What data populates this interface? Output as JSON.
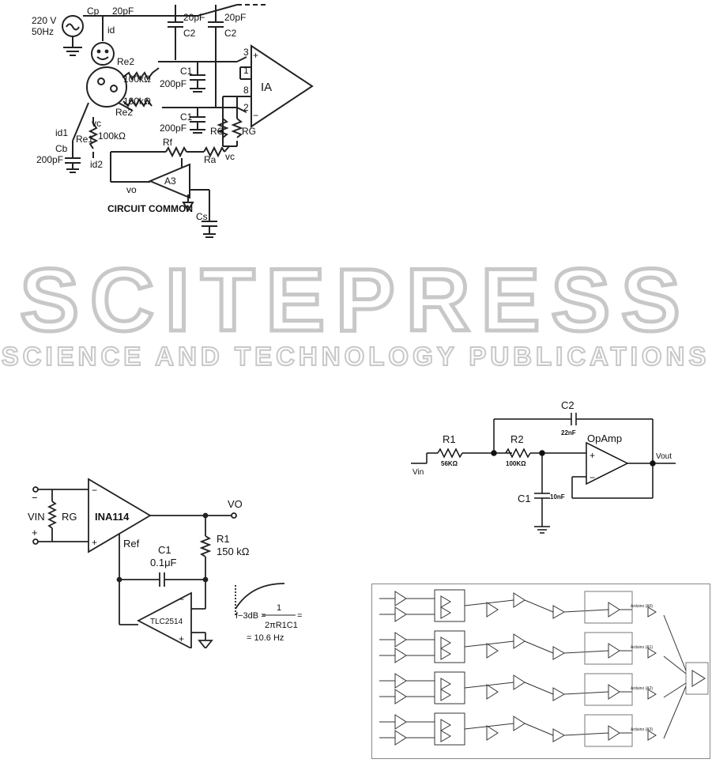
{
  "watermark": {
    "brand": "SCITEPRESS",
    "tagline": "SCIENCE AND TECHNOLOGY PUBLICATIONS",
    "color": "#c8c8c8"
  },
  "circuit_ia": {
    "source_voltage": "220 V",
    "source_freq": "50Hz",
    "cp_label": "Cp",
    "cp_value": "20pF",
    "id_label": "id",
    "c2_value_a": "20pF",
    "c2_label_a": "C2",
    "c2_value_b": "20pF",
    "c2_label_b": "C2",
    "re2_label_top": "Re2",
    "re2_label_bottom": "Re2",
    "r_top_value": "100kΩ",
    "r_mid_value": "100kΩ",
    "c1_label_top": "C1",
    "c1_value_top": "200pF",
    "c1_label_bottom": "C1",
    "c1_value_bottom": "200pF",
    "pin_3": "3",
    "pin_1": "1",
    "pin_8": "8",
    "pin_2": "2",
    "pin_plus": "+",
    "pin_minus": "−",
    "ia_label": "IA",
    "vc_label": "vc",
    "re1_label": "Re1",
    "re1_value": "100kΩ",
    "id1_label": "id1",
    "cb_label": "Cb",
    "cb_value": "200pF",
    "id2_label": "id2",
    "rf_label": "Rf",
    "ra_label": "Ra",
    "vc2_label": "vc",
    "rg_label_a": "RG",
    "rg_label_b": "RG",
    "vo_label": "vo",
    "a3_label": "A3",
    "common_label": "CIRCUIT   COMMON",
    "cs_label": "Cs"
  },
  "circuit_filter": {
    "c2_label": "C2",
    "c2_value": "22nF",
    "r1_label": "R1",
    "r1_value": "56KΩ",
    "r2_label": "R2",
    "r2_value": "100KΩ",
    "opamp_label": "OpAmp",
    "plus": "+",
    "minus": "−",
    "vout_label": "Vout",
    "vin_label": "Vin",
    "c1_label": "C1",
    "c1_value": "10nF"
  },
  "circuit_ina": {
    "vin_minus": "−",
    "vin_label": "VIN",
    "vin_plus": "+",
    "rg_label": "RG",
    "ina_label": "INA114",
    "minus": "−",
    "plus": "+",
    "ref_label": "Ref",
    "c1_label": "C1",
    "c1_value": "0.1μF",
    "r1_label": "R1",
    "r1_value": "150 kΩ",
    "vo_label": "VO",
    "opamp_label": "TLC2514",
    "op_minus": "−",
    "op_plus": "+",
    "formula_lhs": "f−3dB =",
    "formula_num": "1",
    "formula_den": "2πR1C1",
    "formula_eq": "=",
    "formula_result": "= 10.6 Hz"
  },
  "schematic_board": {
    "channel_labels": [
      "Arduino (A0)",
      "Arduino (A1)",
      "Arduino (A2)",
      "Arduino (A3)"
    ]
  }
}
